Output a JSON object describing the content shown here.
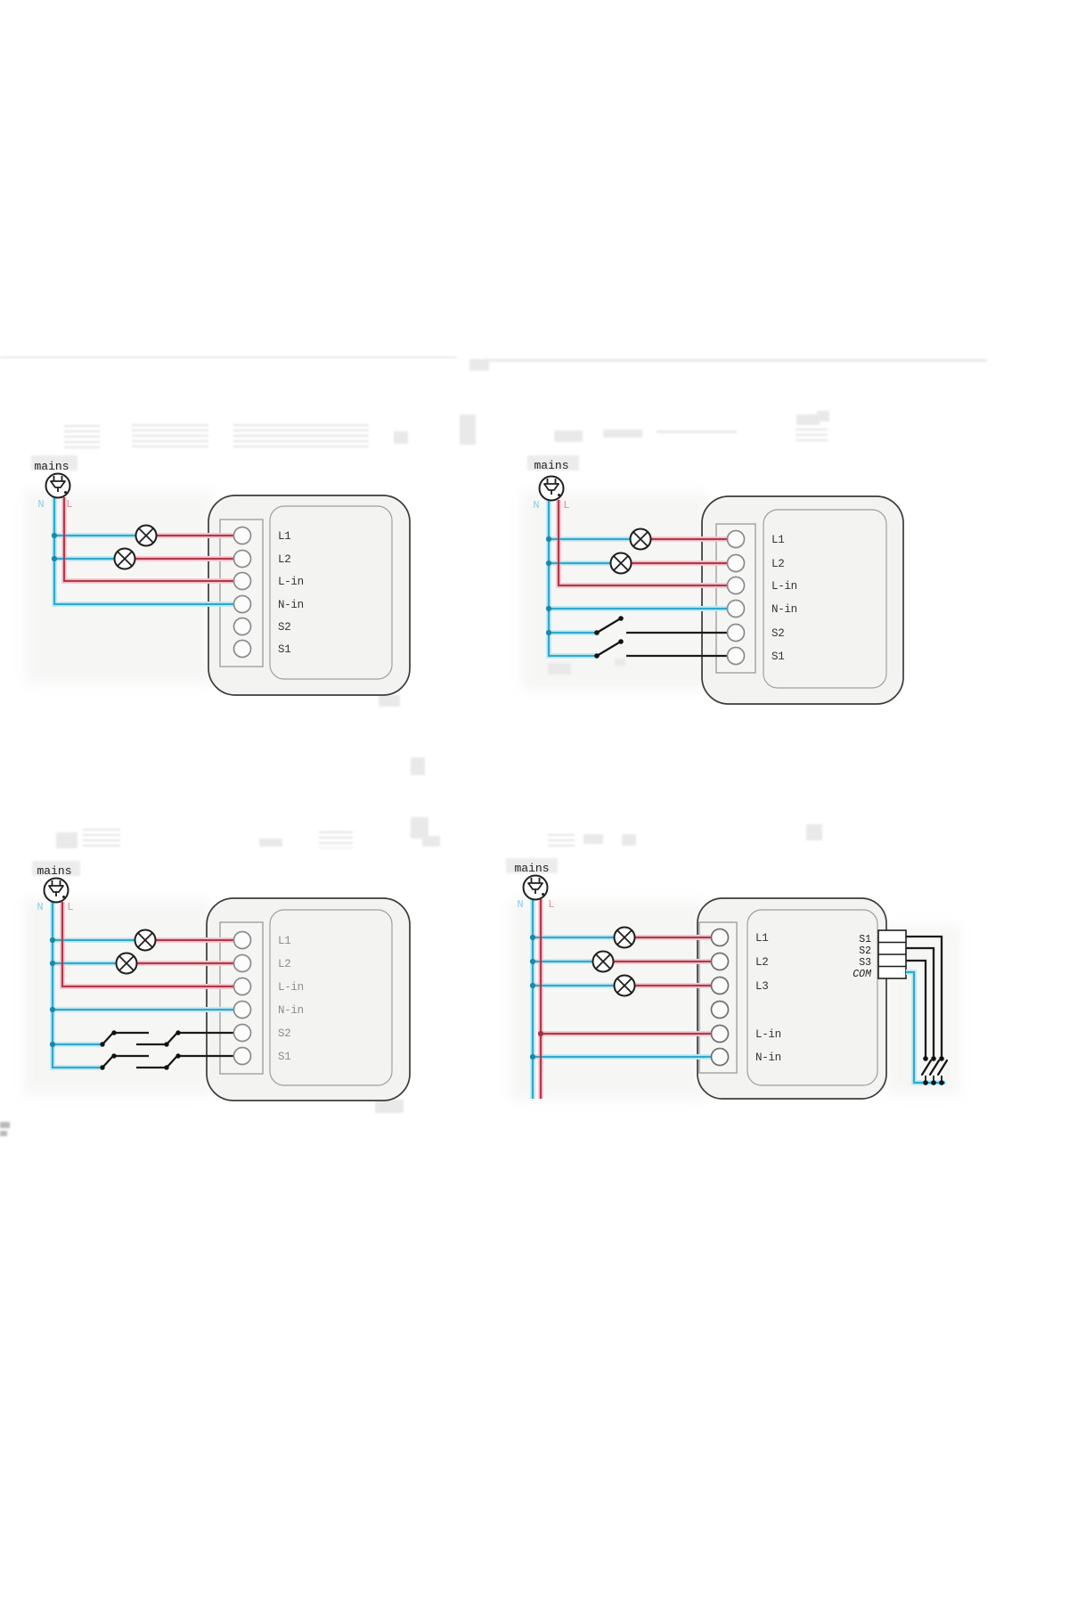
{
  "colors": {
    "wire_live": "#b2394a",
    "wire_neutral": "#2fa9cc",
    "wire_signal": "#1b1b1b",
    "module_fill": "#f3f3f2",
    "neutral_label_color": "#86cfe6",
    "live_label_color": "#dd8f9c"
  },
  "diagrams": [
    {
      "name": "dual-relay-no-switches",
      "mains": "mains",
      "neutral": "N",
      "live": "L",
      "terminals": [
        "L1",
        "L2",
        "L-in",
        "N-in",
        "S2",
        "S1"
      ]
    },
    {
      "name": "dual-relay-two-switches",
      "mains": "mains",
      "neutral": "N",
      "live": "L",
      "terminals": [
        "L1",
        "L2",
        "L-in",
        "N-in",
        "S2",
        "S1"
      ]
    },
    {
      "name": "dual-relay-two-way-switches",
      "mains": "mains",
      "neutral": "N",
      "live": "L",
      "terminals": [
        "L1",
        "L2",
        "L-in",
        "N-in",
        "S2",
        "S1"
      ]
    },
    {
      "name": "triple-relay-connector",
      "mains": "mains",
      "neutral": "N",
      "live": "L",
      "terminals": [
        "L1",
        "L2",
        "L3",
        "L-in",
        "N-in"
      ],
      "connector": [
        "S1",
        "S2",
        "S3",
        "COM"
      ]
    }
  ]
}
